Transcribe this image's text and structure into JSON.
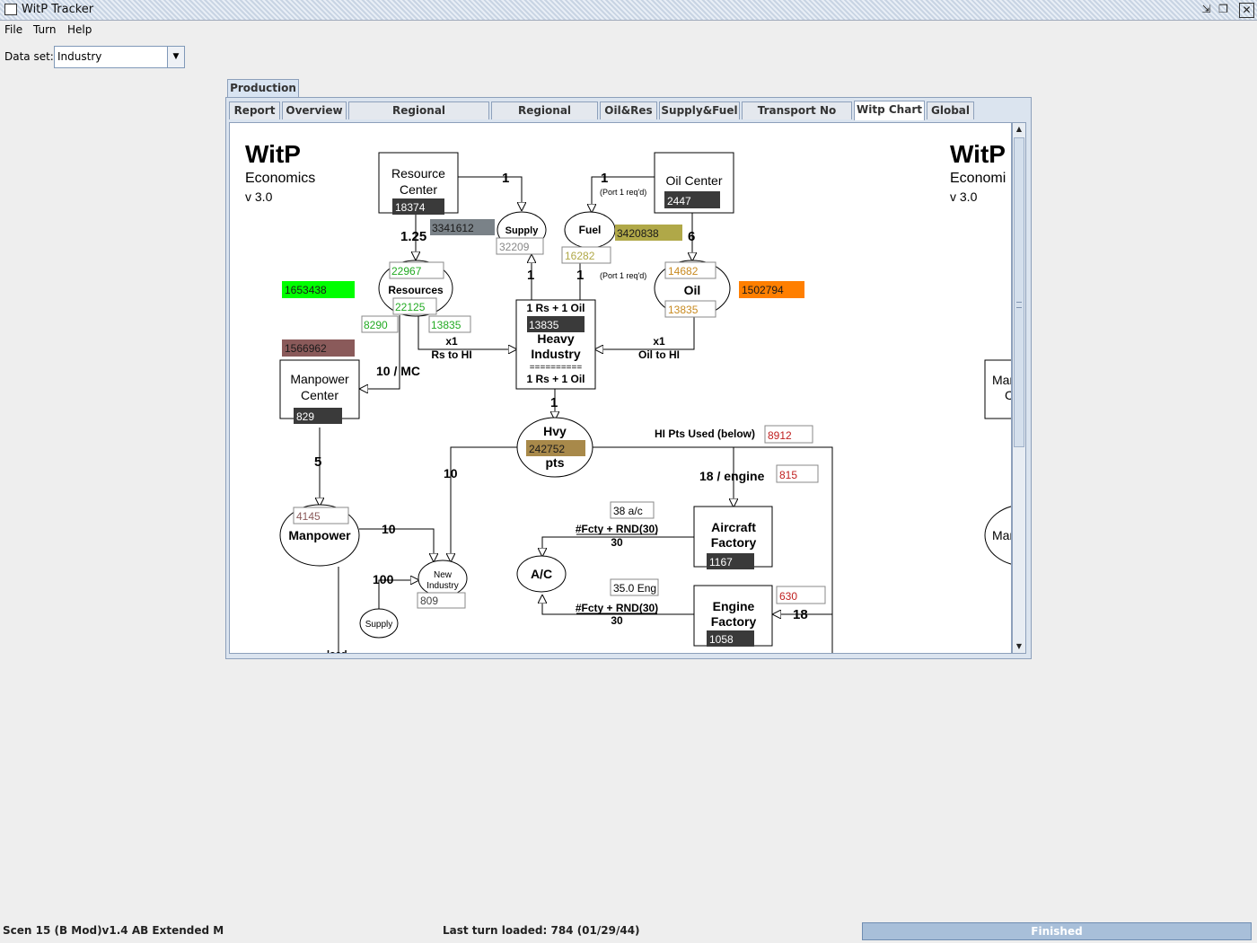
{
  "window": {
    "title": "WitP Tracker"
  },
  "menu": {
    "file": "File",
    "turn": "Turn",
    "help": "Help"
  },
  "dataset": {
    "label": "Data set:",
    "value": "Industry"
  },
  "outer_tab": {
    "label": "Production"
  },
  "tabs": [
    "Report",
    "Overview",
    "Regional Fcty/Resources",
    "Regional Industry",
    "Oil&Res",
    "Supply&Fuel",
    "Transport No Dest",
    "Witp Chart",
    "Global"
  ],
  "diagram": {
    "title": "WitP",
    "subtitle": "Economics",
    "version": "v 3.0",
    "resource_center": {
      "l1": "Resource",
      "l2": "Center",
      "value": "18374"
    },
    "oil_center": {
      "label": "Oil Center",
      "value": "2447"
    },
    "supply": {
      "label": "Supply",
      "stock": "3341612",
      "value": "32209"
    },
    "fuel": {
      "label": "Fuel",
      "stock": "3420838",
      "value": "16282"
    },
    "resources": {
      "label": "Resources",
      "in": "22967",
      "out": "22125",
      "left": "8290",
      "right": "13835",
      "stock": "1653438"
    },
    "oil": {
      "label": "Oil",
      "in": "14682",
      "out": "13835",
      "stock": "1502794"
    },
    "heavy_industry": {
      "top": "1 Rs + 1 Oil",
      "value": "13835",
      "l1": "Heavy",
      "l2": "Industry",
      "sep": "==========",
      "bottom": "1 Rs + 1 Oil"
    },
    "manpower_center": {
      "l1": "Manpower",
      "l2": "Center",
      "value": "829",
      "stock": "1566962"
    },
    "manpower": {
      "label": "Manpower",
      "value": "4145"
    },
    "hvy": {
      "l1": "Hvy",
      "value": "242752",
      "l2": "pts"
    },
    "new_industry": {
      "l1": "New",
      "l2": "Industry",
      "value": "809"
    },
    "supply_small": {
      "label": "Supply"
    },
    "ac": {
      "label": "A/C"
    },
    "aircraft_factory": {
      "l1": "Aircraft",
      "l2": "Factory",
      "value": "1167"
    },
    "engine_factory": {
      "l1": "Engine",
      "l2": "Factory",
      "value": "1058"
    },
    "hi_used": {
      "label": "HI Pts Used (below)",
      "value": "8912"
    },
    "engine_cost": {
      "label": "18 / engine",
      "value": "815"
    },
    "engine_eng": {
      "value": "630"
    },
    "ac_rate": "38 a/c",
    "eng_rate": "35.0 Eng",
    "formula": "#Fcty + RND(30)",
    "formula_div": "30",
    "labels": {
      "one": "1",
      "one_twentyfive": "1.25",
      "six": "6",
      "port": "(Port 1 req'd)",
      "x1": "x1",
      "rs_to_hi": "Rs to HI",
      "oil_to_hi": "Oil to HI",
      "ten_mc": "10 / MC",
      "five": "5",
      "ten": "10",
      "hundred": "100",
      "eighteen": "18",
      "load": "load"
    },
    "right_clip": {
      "title": "WitP",
      "subtitle": "Economi",
      "version": "v 3.0",
      "man1": "Man",
      "man2": "C",
      "man3": "Man"
    }
  },
  "status": {
    "scenario": "Scen 15 (B Mod)v1.4 AB Extended M",
    "last_turn": "Last turn loaded: 784 (01/29/44)",
    "progress": "Finished"
  },
  "colors": {
    "dark_box": "#3a3a3a",
    "green": "#00ff00",
    "orange": "#ff7f00",
    "khaki": "#b0a848",
    "mauve": "#8a5a5a",
    "bronze": "#a8894a",
    "slate": "#7a8288"
  }
}
